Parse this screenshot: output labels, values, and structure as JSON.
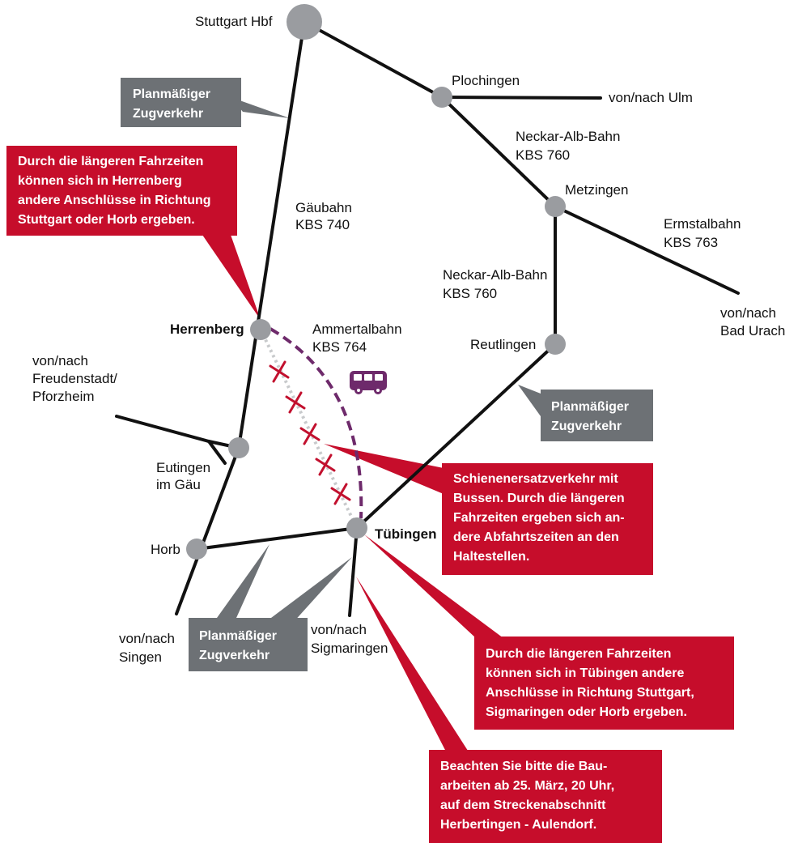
{
  "colors": {
    "track": "#111111",
    "station": "#9a9ca0",
    "closed_track": "#c8cacc",
    "closure_mark": "#c2102e",
    "bus_route": "#6e2a6b",
    "note_red": "#c60d2b",
    "note_grey": "#6d7175"
  },
  "stations": {
    "stuttgart": "Stuttgart Hbf",
    "plochingen": "Plochingen",
    "metzingen": "Metzingen",
    "reutlingen": "Reutlingen",
    "herrenberg": "Herrenberg",
    "eutingen_1": "Eutingen",
    "eutingen_2": "im Gäu",
    "tuebingen": "Tübingen",
    "horb": "Horb"
  },
  "lines": {
    "gaeubahn_1": "Gäubahn",
    "gaeubahn_2": "KBS 740",
    "neckaralb_top_1": "Neckar-Alb-Bahn",
    "neckaralb_top_2": "KBS 760",
    "neckaralb_mid_1": "Neckar-Alb-Bahn",
    "neckaralb_mid_2": "KBS 760",
    "ermstal_1": "Ermstalbahn",
    "ermstal_2": "KBS 763",
    "ammertal_1": "Ammertalbahn",
    "ammertal_2": "KBS 764"
  },
  "destinations": {
    "ulm": "von/nach Ulm",
    "bad_urach_1": "von/nach",
    "bad_urach_2": "Bad Urach",
    "freudenstadt_1": "von/nach",
    "freudenstadt_2": "Freudenstadt/",
    "freudenstadt_3": "Pforzheim",
    "singen_1": "von/nach",
    "singen_2": "Singen",
    "sigmaringen_1": "von/nach",
    "sigmaringen_2": "Sigmaringen"
  },
  "icons": {
    "bus": "bus-icon"
  },
  "callouts": {
    "regular_top": [
      "Planmäßiger",
      "Zugverkehr"
    ],
    "regular_right": [
      "Planmäßiger",
      "Zugverkehr"
    ],
    "regular_bottom": [
      "Planmäßiger",
      "Zugverkehr"
    ],
    "herrenberg_note": [
      "Durch die längeren Fahrzeiten",
      "können sich in Herrenberg",
      "andere Anschlüsse in Richtung",
      "Stuttgart oder Horb ergeben."
    ],
    "sev_note": [
      "Schienenersatzverkehr mit",
      "Bussen. Durch die längeren",
      "Fahrzeiten ergeben sich an-",
      "dere Abfahrtszeiten an den",
      "Haltestellen."
    ],
    "tuebingen_note": [
      "Durch die längeren Fahrzeiten",
      "können sich in Tübingen andere",
      "Anschlüsse in Richtung Stuttgart,",
      "Sigmaringen oder Horb ergeben."
    ],
    "construction_note": [
      "Beachten Sie bitte die Bau-",
      "arbeiten ab 25. März, 20 Uhr,",
      "auf dem Streckenabschnitt",
      "Herbertingen - Aulendorf."
    ]
  }
}
